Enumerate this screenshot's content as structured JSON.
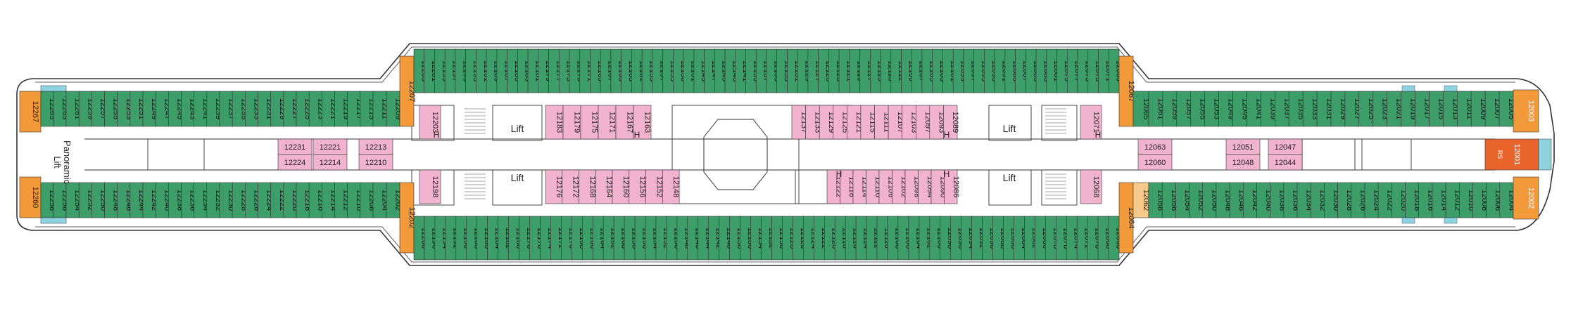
{
  "colors": {
    "balcony": "#3e9e6a",
    "inside": "#f2b3cf",
    "suite": "#f29a3a",
    "suite_light": "#f7c98a",
    "special": "#e8642a",
    "water": "#8fd3e0",
    "hull": "#ffffff",
    "outline": "#333333",
    "corridor": "#ffffff",
    "stair": "#dddddd"
  },
  "labels": {
    "panoramic_lift": "Panoramic",
    "panoramic_lift_2": "Lift",
    "lift": "Lift",
    "h": "H"
  },
  "cabins": {
    "aft_end": {
      "upper_left": "12267",
      "lower_left": "12260",
      "upper_1": "12265",
      "upper_2": "12263",
      "lower_1": "12258",
      "lower_2": "12256"
    },
    "aft_upper": [
      "12261",
      "12259",
      "12257",
      "12255",
      "12253",
      "12251",
      "12249",
      "12247",
      "12245",
      "12243",
      "12241",
      "12239",
      "12237",
      "12235",
      "12233",
      "12231",
      "12229",
      "12227",
      "12225",
      "12223",
      "12221",
      "12219",
      "12217",
      "12215",
      "12213"
    ],
    "aft_lower": [
      "12254",
      "12252",
      "12250",
      "12248",
      "12246",
      "12244",
      "12242",
      "12240",
      "12238",
      "12236",
      "12234",
      "12232",
      "12230",
      "12228",
      "12226",
      "12224",
      "12222",
      "12220",
      "12218",
      "12216",
      "12214",
      "12212",
      "12210",
      "12208",
      "12206"
    ],
    "aft_suite_upper": [
      "12211",
      "12209"
    ],
    "aft_suite_lower": [
      "12204",
      "12202"
    ],
    "aft_orange_upper": "12207",
    "aft_orange_lower": "12202",
    "aft_inside_pairs": [
      {
        "top": "12231",
        "bottom": "12224"
      },
      {
        "top": "12221",
        "bottom": "12214"
      },
      {
        "top": "12213",
        "bottom": "12210"
      }
    ],
    "mid_upper": [
      "12205",
      "12201",
      "12199",
      "12197",
      "12195",
      "12193",
      "12191",
      "12189",
      "12187",
      "12185",
      "12183",
      "12181",
      "12179",
      "12177",
      "12175",
      "12173",
      "12171",
      "12169",
      "12167",
      "12165",
      "12163",
      "12161",
      "12159",
      "12157",
      "12155",
      "12153",
      "12151",
      "12149",
      "12147",
      "12145",
      "12143",
      "12141",
      "12139",
      "12137",
      "12135",
      "12133",
      "12131",
      "12129",
      "12127",
      "12125",
      "12123",
      "12121",
      "12119",
      "12117",
      "12115",
      "12113",
      "12111",
      "12109",
      "12107",
      "12105",
      "12103",
      "12101",
      "12099",
      "12097",
      "12095",
      "12093",
      "12091",
      "12089",
      "12087",
      "12085",
      "12083",
      "12081",
      "12079",
      "12077",
      "12075",
      "12073",
      "12071",
      "12069"
    ],
    "mid_lower": [
      "12200",
      "12196",
      "12194",
      "12192",
      "12190",
      "12188",
      "12186",
      "12184",
      "12182",
      "12180",
      "12178",
      "12176",
      "12174",
      "12172",
      "12170",
      "12168",
      "12166",
      "12164",
      "12162",
      "12160",
      "12158",
      "12156",
      "12154",
      "12152",
      "12150",
      "12148",
      "12146",
      "12144",
      "12142",
      "12140",
      "12138",
      "12136",
      "12134",
      "12132",
      "12130",
      "12128",
      "12126",
      "12124",
      "12122",
      "12120",
      "12118",
      "12116",
      "12114",
      "12112",
      "12110",
      "12108",
      "12106",
      "12104",
      "12102",
      "12100",
      "12098",
      "12096",
      "12094",
      "12092",
      "12090",
      "12088",
      "12086",
      "12084",
      "12082",
      "12080",
      "12078",
      "12076",
      "12074",
      "12072",
      "12070",
      "12068",
      "12066"
    ],
    "inside_upper_1": [
      "12203"
    ],
    "inside_upper_2": [
      "12183",
      "12179",
      "12175",
      "12171",
      "12167",
      "12163"
    ],
    "inside_upper_3": [
      "12137",
      "12133",
      "12129",
      "12125",
      "12121",
      "12115",
      "12111",
      "12107",
      "12103",
      "12097",
      "12093",
      "12089"
    ],
    "inside_upper_4": [
      "12071"
    ],
    "inside_lower_1": [
      "12198"
    ],
    "inside_lower_2": [
      "12176",
      "12172",
      "12168",
      "12164",
      "12160",
      "12156",
      "12152",
      "12148"
    ],
    "inside_lower_3": [
      "12122",
      "12118",
      "12114",
      "12110",
      "12106",
      "12102",
      "12098",
      "12094",
      "12090",
      "12086"
    ],
    "inside_lower_4": [
      "12068"
    ],
    "fwd_suite_upper": [
      "12067",
      "12065"
    ],
    "fwd_suite_lower": [
      "12064",
      "12062"
    ],
    "fwd_upper": [
      "12061",
      "12059",
      "12057",
      "12055",
      "12053",
      "12049",
      "12045",
      "12041",
      "12039",
      "12037",
      "12035",
      "12033",
      "12031",
      "12029",
      "12027",
      "12025",
      "12023",
      "12021",
      "12019",
      "12017",
      "12015",
      "12013",
      "12011",
      "12009",
      "12007",
      "12005"
    ],
    "fwd_lower": [
      "12058",
      "12056",
      "12054",
      "12052",
      "12050",
      "12048",
      "12046",
      "12042",
      "12040",
      "12038",
      "12036",
      "12034",
      "12032",
      "12030",
      "12028",
      "12026",
      "12024",
      "12022",
      "12020",
      "12018",
      "12016",
      "12014",
      "12012",
      "12010",
      "12008",
      "12006",
      "12004"
    ],
    "fwd_inside_pairs": [
      {
        "top": "12063",
        "bottom": "12060"
      },
      {
        "top": "12051",
        "bottom": "12048"
      },
      {
        "top": "12047",
        "bottom": "12044"
      }
    ],
    "bow_upper": "12003",
    "bow_center": "12001",
    "bow_lower": "12002",
    "bow_center_tag": "RS"
  }
}
